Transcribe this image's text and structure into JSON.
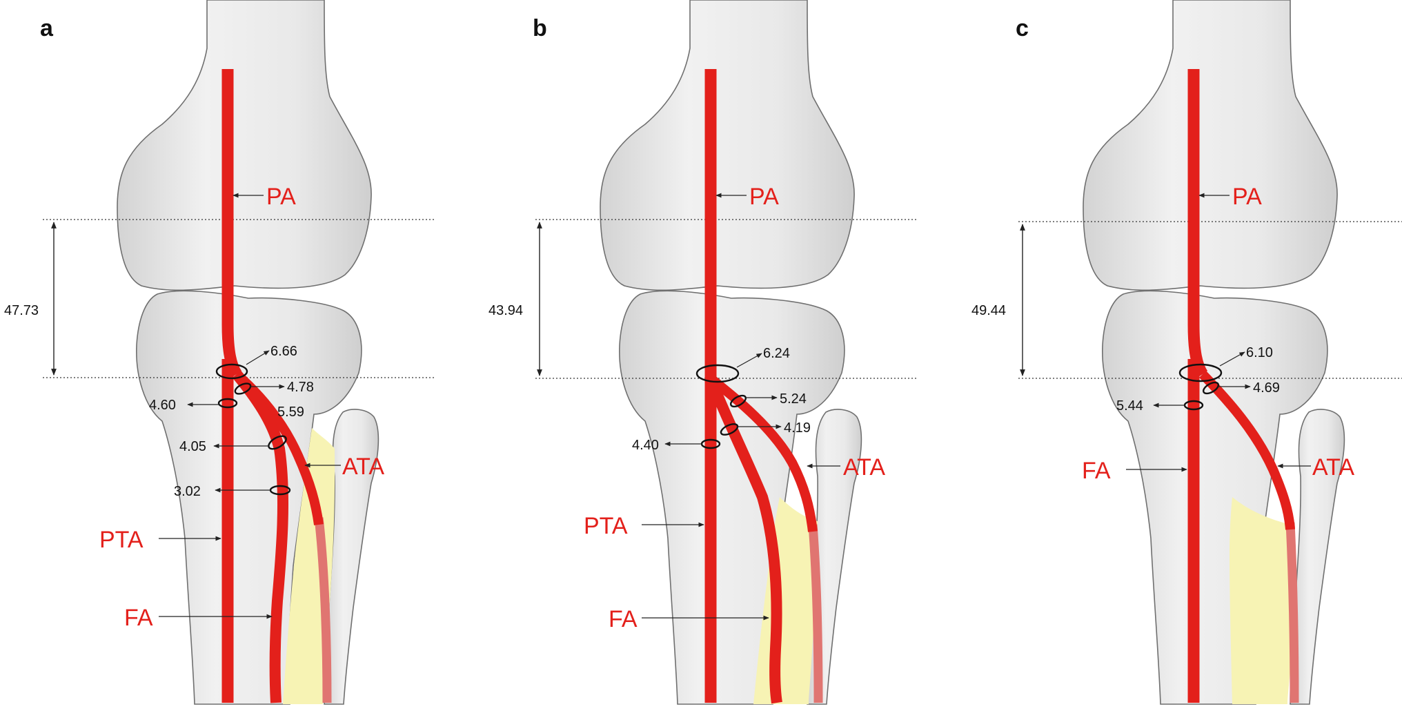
{
  "panels": [
    {
      "letter": "a",
      "distance": "47.73",
      "vessels": {
        "pa": "PA",
        "ata": "ATA",
        "pta": "PTA",
        "fa": "FA"
      },
      "diameters": [
        "6.66",
        "4.78",
        "4.60",
        "5.59",
        "4.05",
        "3.02"
      ]
    },
    {
      "letter": "b",
      "distance": "43.94",
      "vessels": {
        "pa": "PA",
        "ata": "ATA",
        "pta": "PTA",
        "fa": "FA"
      },
      "diameters": [
        "6.24",
        "5.24",
        "4.19",
        "4.40"
      ]
    },
    {
      "letter": "c",
      "distance": "49.44",
      "vessels": {
        "pa": "PA",
        "ata": "ATA",
        "fa": "FA"
      },
      "diameters": [
        "6.10",
        "4.69",
        "5.44"
      ]
    }
  ],
  "colors": {
    "artery": "#e3201b",
    "artery_faded": "#e07571",
    "bone_fill": "#e6e6e6",
    "bone_outline": "#6f6f6f",
    "interosseous_membrane": "#f7f3b4"
  }
}
